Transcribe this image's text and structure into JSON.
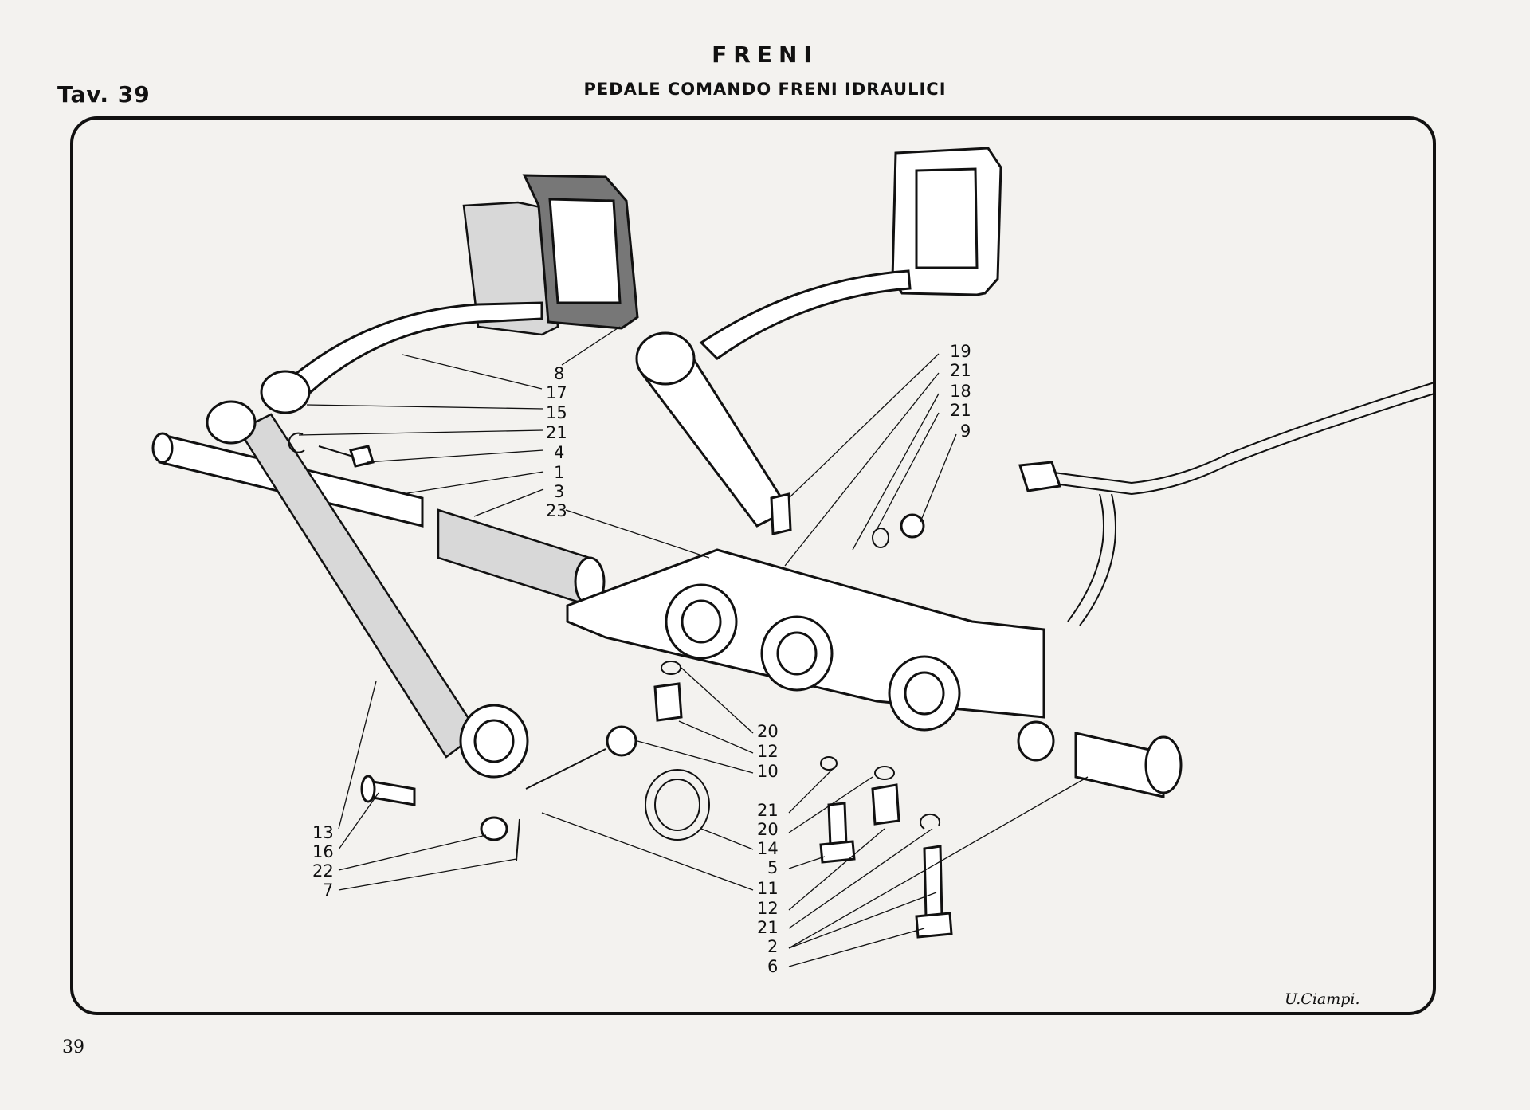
{
  "header": {
    "title": "FRENI",
    "subtitle": "PEDALE COMANDO FRENI IDRAULICI",
    "plate": "Tav. 39"
  },
  "page_number": "39",
  "signature": "U.Ciampi.",
  "callouts": {
    "p8": "8",
    "p17": "17",
    "p15": "15",
    "p21a": "21",
    "p4": "4",
    "p1": "1",
    "p3": "3",
    "p23": "23",
    "p19": "19",
    "p21b": "21",
    "p18": "18",
    "p21c": "21",
    "p9": "9",
    "p20a": "20",
    "p12a": "12",
    "p10": "10",
    "p21d": "21",
    "p20b": "20",
    "p14": "14",
    "p5": "5",
    "p11": "11",
    "p12b": "12",
    "p21e": "21",
    "p2": "2",
    "p6": "6",
    "p13": "13",
    "p16": "16",
    "p22": "22",
    "p7": "7"
  }
}
